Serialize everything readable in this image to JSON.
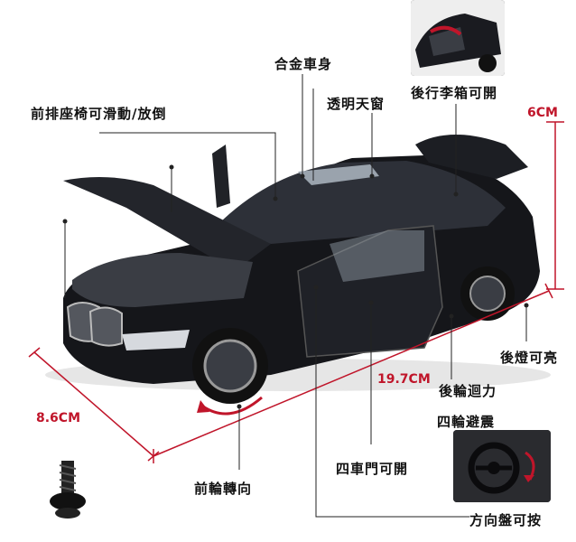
{
  "labels": {
    "alloy_body": "合金車身",
    "sunroof": "透明天窗",
    "trunk_open": "後行李箱可開",
    "front_seats": "前排座椅可滑動/放倒",
    "tail_lights": "後燈可亮",
    "rear_wheel_pullback": "後輪迴力",
    "four_wheel_suspension": "四輪避震",
    "four_doors_open": "四車門可開",
    "front_wheel_steering": "前輪轉向",
    "steering_wheel": "方向盤可按"
  },
  "dimensions": {
    "height": "6CM",
    "length": "19.7CM",
    "width": "8.6CM"
  },
  "colors": {
    "dimension": "#c0152a",
    "car_body": "#15161a",
    "leader_line": "#222222"
  }
}
